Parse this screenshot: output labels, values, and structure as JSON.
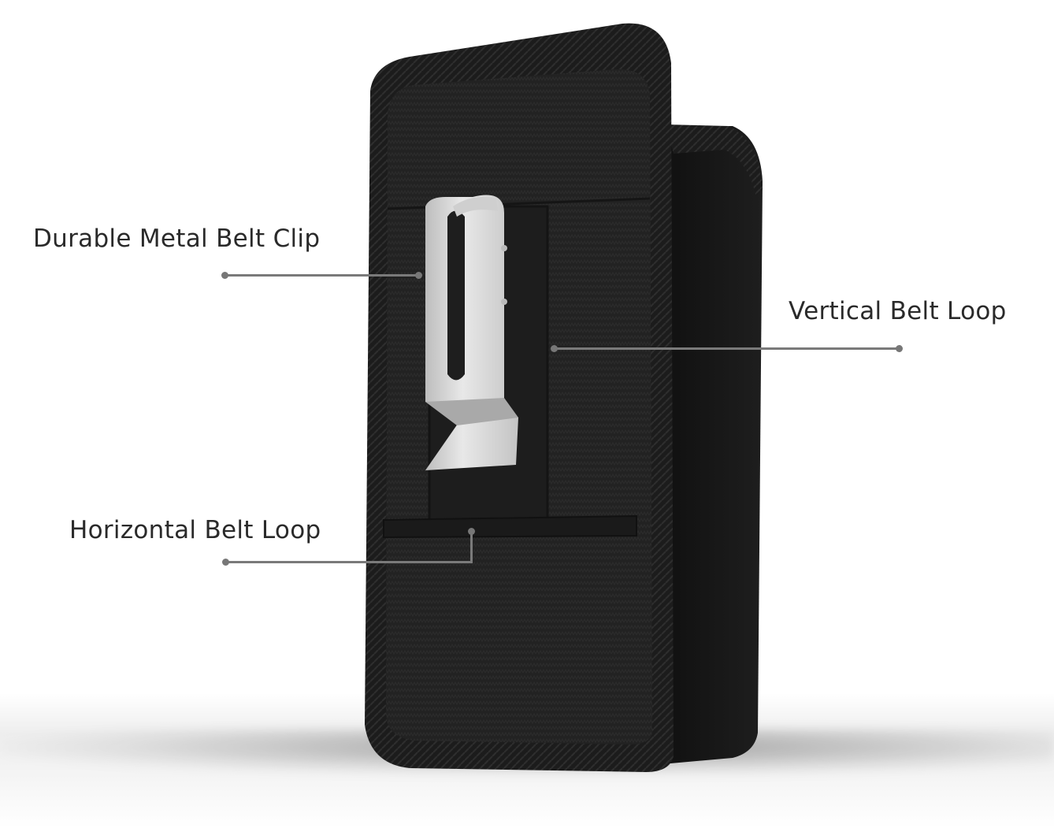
{
  "product": {
    "name": "belt-clip-holster",
    "colors": {
      "body": "#1f1f1f",
      "body_edge": "#141414",
      "clip": "#d8d8d8",
      "callout_line": "#7a7a7a",
      "label_text": "#2a2a2a",
      "background": "#ffffff"
    }
  },
  "callouts": [
    {
      "id": "clip",
      "label": "Durable Metal Belt Clip"
    },
    {
      "id": "vertical",
      "label": "Vertical Belt Loop"
    },
    {
      "id": "horizontal",
      "label": "Horizontal Belt Loop"
    }
  ]
}
